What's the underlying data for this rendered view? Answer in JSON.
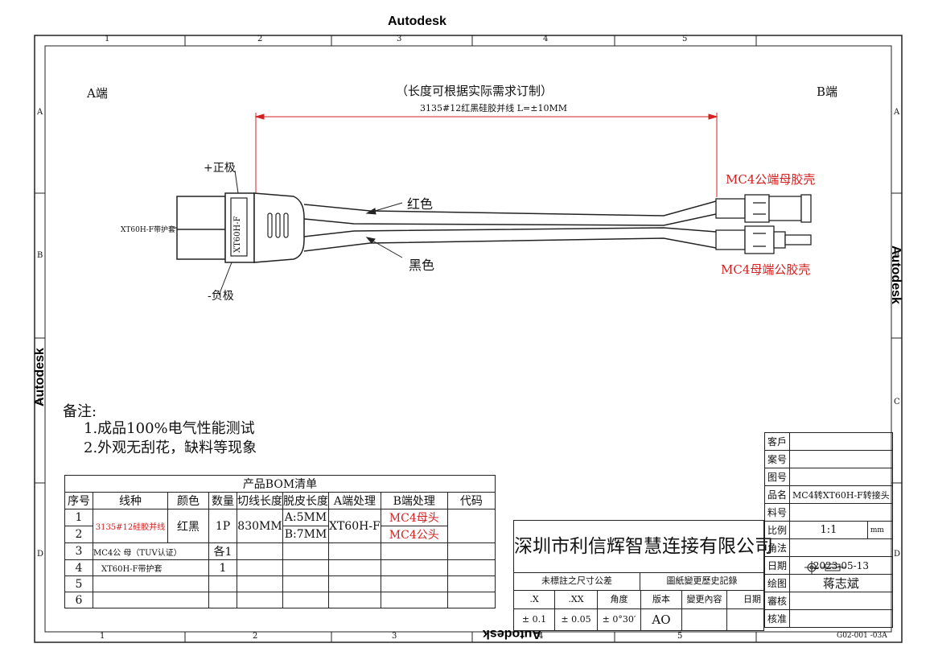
{
  "watermark": "Autodesk",
  "grid": {
    "cols_top": [
      "1",
      "2",
      "3",
      "4",
      "5"
    ],
    "cols_bottom": [
      "1",
      "2",
      "3",
      "4",
      "5"
    ],
    "rows_left": [
      "A",
      "B",
      "C",
      "D"
    ],
    "rows_right": [
      "A",
      "B",
      "C",
      "D"
    ]
  },
  "ends": {
    "a": "A端",
    "b": "B端"
  },
  "length_note": "（长度可根据实际需求订制）",
  "dimension_label": "3135#12红黑硅胶并线 L=±10MM",
  "connector": {
    "label": "XT60H-F",
    "sleeve": "XT60H-F带护套",
    "positive": "+正极",
    "negative": "-负极"
  },
  "wires": {
    "red": "红色",
    "black": "黑色"
  },
  "mc4": {
    "top": "MC4公端母胶壳",
    "bottom": "MC4母端公胶壳"
  },
  "notes": {
    "title": "备注:",
    "items": [
      "1.成品100%电气性能测试",
      "2.外观无刮花，缺料等现象"
    ]
  },
  "bom": {
    "title": "产品BOM清单",
    "headers": [
      "序号",
      "线种",
      "颜色",
      "数量",
      "切线长度",
      "脱皮长度",
      "A端处理",
      "B端处理",
      "代码"
    ],
    "row12": {
      "nums": [
        "1",
        "2"
      ],
      "wire": "3135#12硅胶并线",
      "color": "红黑",
      "qty": "1P",
      "cut": "830MM",
      "strip": [
        "A:5MM",
        "B:7MM"
      ],
      "a_proc": "XT60H-F",
      "b_proc": [
        "MC4母头",
        "MC4公头"
      ]
    },
    "row3": {
      "num": "3",
      "wire": "MC4公 母（TUV认证）",
      "qty": "各1"
    },
    "row4": {
      "num": "4",
      "wire": "XT60H-F带护套",
      "qty": "1"
    },
    "row5": {
      "num": "5"
    },
    "row6": {
      "num": "6"
    }
  },
  "company": "深圳市利信辉智慧连接有限公司",
  "tolerance": {
    "title": "未標註之尺寸公差",
    "history": "圖紙變更歷史記錄",
    "cols": [
      ".X",
      ".XX",
      "角度",
      "版本",
      "變更內容",
      "日期"
    ],
    "vals": [
      "± 0.1",
      "± 0.05",
      "± 0°30′",
      "AO"
    ]
  },
  "titleblock": {
    "rows": [
      {
        "label": "客戶",
        "value": ""
      },
      {
        "label": "案号",
        "value": ""
      },
      {
        "label": "图号",
        "value": ""
      },
      {
        "label": "品名",
        "value": "MC4转XT60H-F转接头"
      },
      {
        "label": "料号",
        "value": ""
      },
      {
        "label": "比例",
        "value": "1:1",
        "unit": "mm"
      },
      {
        "label": "角法",
        "value": ""
      },
      {
        "label": "日期",
        "value": "2023-05-13"
      },
      {
        "label": "绘图",
        "value": "蒋志斌"
      },
      {
        "label": "審核",
        "value": ""
      },
      {
        "label": "核准",
        "value": ""
      }
    ]
  },
  "drawing_no": "G02-001  -03A"
}
